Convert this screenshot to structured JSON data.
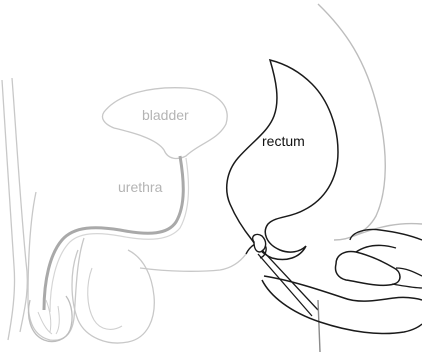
{
  "diagram": {
    "labels": {
      "bladder": "bladder",
      "urethra": "urethra",
      "rectum": "rectum"
    },
    "colors": {
      "background": "#ffffff",
      "faded_outline": "#c8c8c8",
      "faded_text": "#b4b4b4",
      "urethra_tube": "#a9a9a9",
      "dark_outline": "#1a1a1a",
      "body_outline": "#bdbdbd",
      "rectum_text": "#111111"
    }
  }
}
